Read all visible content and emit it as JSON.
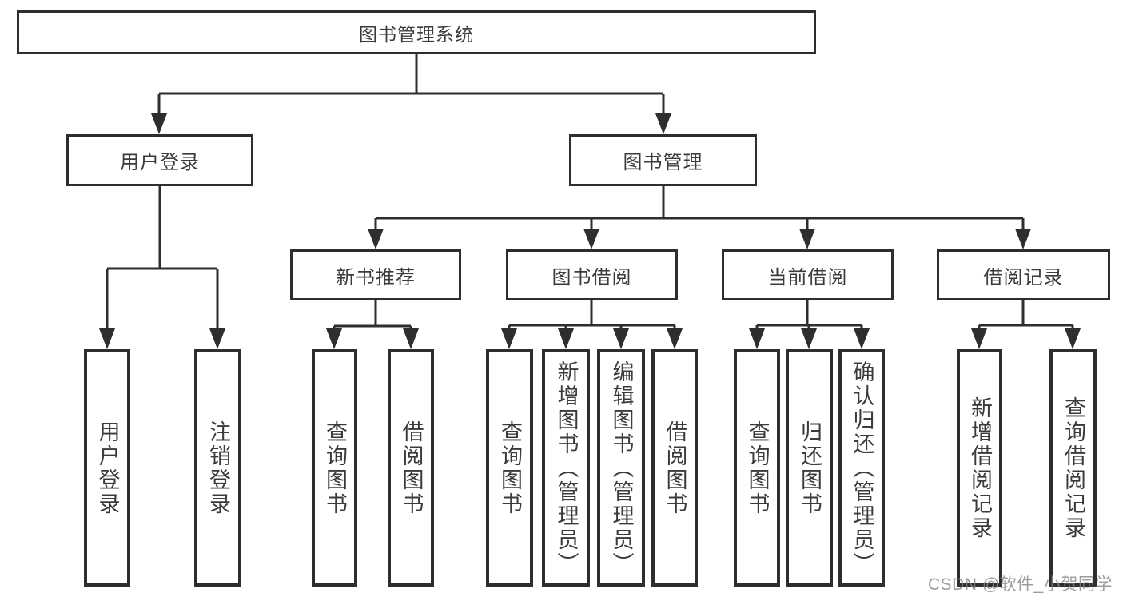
{
  "diagram_title": "图书管理系统",
  "nodes": {
    "root": "图书管理系统",
    "level2": [
      "用户登录",
      "图书管理"
    ],
    "level3": [
      "新书推荐",
      "图书借阅",
      "当前借阅",
      "借阅记录"
    ],
    "leaves": {
      "user_login": [
        "用户登录",
        "注销登录"
      ],
      "new_books": [
        "查询图书",
        "借阅图书"
      ],
      "book_borrow": [
        "查询图书",
        "新增图书（管理员）",
        "编辑图书（管理员）",
        "借阅图书"
      ],
      "current": [
        "查询图书",
        "归还图书",
        "确认归还（管理员）"
      ],
      "records": [
        "新增借阅记录",
        "查询借阅记录"
      ]
    }
  },
  "watermark": "CSDN @软件_小贺同学",
  "colors": {
    "line": "#2e2e2e",
    "border": "#2e2e2e",
    "text": "#3b3b3b",
    "background": "#ffffff",
    "watermark": "#878787"
  }
}
